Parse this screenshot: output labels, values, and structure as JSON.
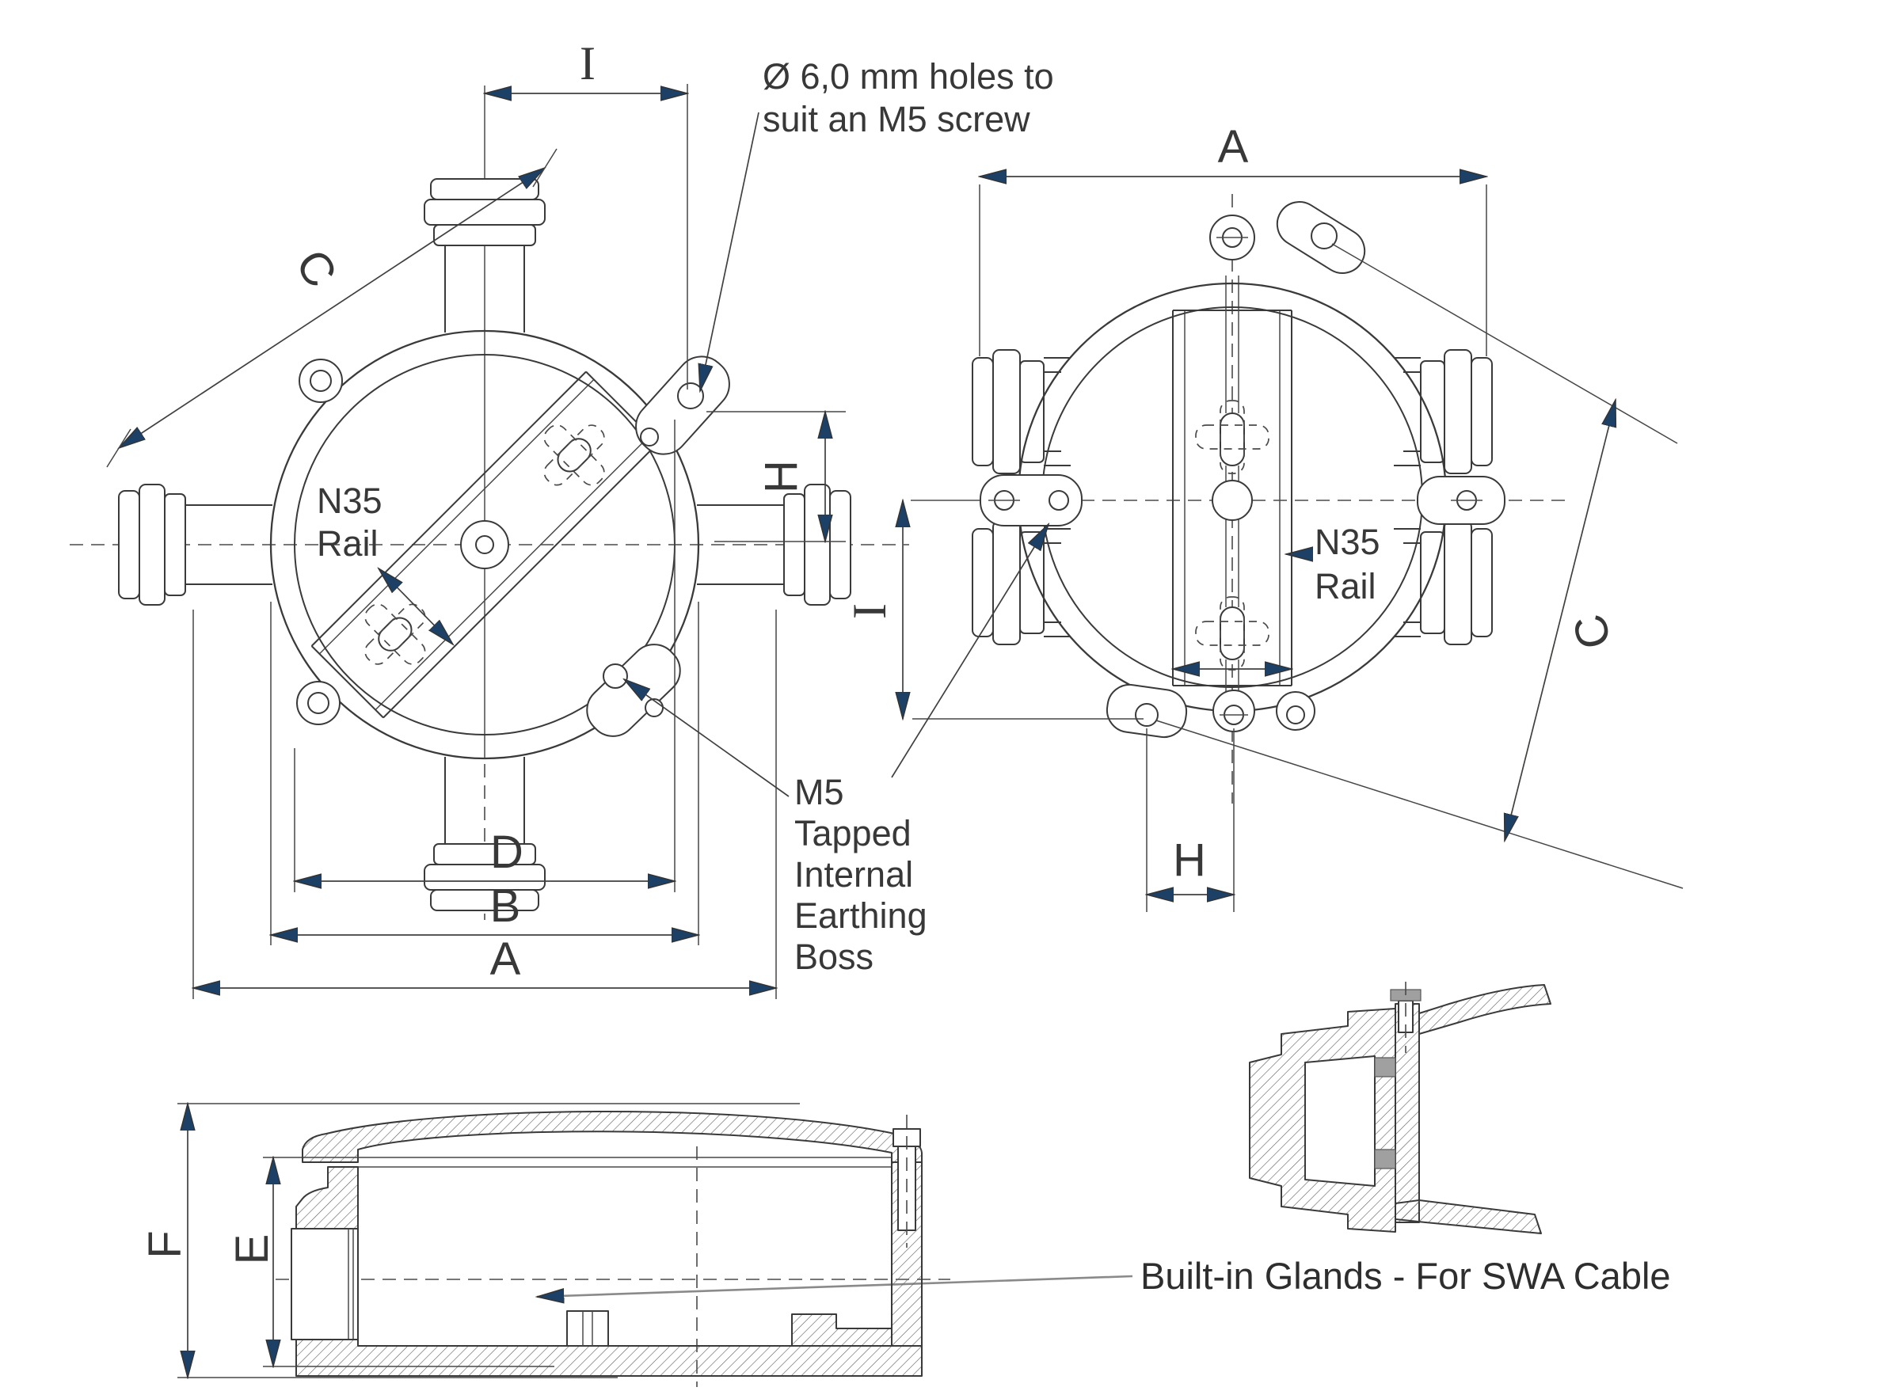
{
  "drawing_type": "junction-box-dimension-drawing",
  "colors": {
    "line": "#3a3a3a",
    "arrow": "#1d4166",
    "text": "#383838",
    "seal_gray": "#a0a0a0",
    "background": "#ffffff"
  },
  "front_view": {
    "dims": {
      "i": "I",
      "c": "C",
      "h": "H",
      "d": "D",
      "b": "B",
      "a": "A"
    },
    "rail_label_line1": "N35",
    "rail_label_line2": "Rail"
  },
  "rear_view": {
    "dims": {
      "a": "A",
      "c": "C",
      "i": "I",
      "h": "H"
    },
    "rail_label_line1": "N35",
    "rail_label_line2": "Rail"
  },
  "section_view": {
    "dims": {
      "f": "F",
      "e": "E"
    }
  },
  "notes": {
    "holes_line1": "Ø 6,0 mm holes to",
    "holes_line2": "suit an M5 screw",
    "earthing_line1": "M5",
    "earthing_line2": "Tapped",
    "earthing_line3": "Internal",
    "earthing_line4": "Earthing",
    "earthing_line5": "Boss",
    "glands": "Built-in Glands - For SWA Cable"
  }
}
